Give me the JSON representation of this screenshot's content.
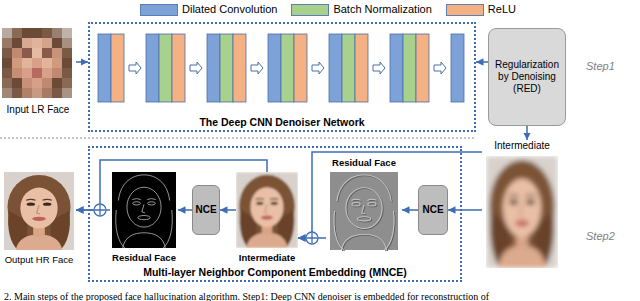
{
  "diagram": {
    "caption": "2. Main steps of the proposed face hallucination algorithm. Step1: Deep CNN denoiser is embedded for reconstruction of",
    "nodes": [
      {
        "text": [
          "Input LR Face"
        ]
      },
      {
        "text": [
          "The Deep CNN Denoiser Network"
        ]
      },
      {
        "text": [
          "Regularization by Denoising (RED)"
        ]
      },
      {
        "text": [
          "Intermediate"
        ]
      },
      {
        "text": [
          "Multi-layer Neighbor Component Embedding (MNCE)"
        ]
      },
      {
        "text": [
          "NCE"
        ],
        "in": 4
      },
      {
        "text": [
          "Residual Face"
        ],
        "in": 4
      },
      {
        "text": [
          "Intermediate"
        ],
        "in": 4
      },
      {
        "text": [
          "NCE"
        ],
        "in": 4
      },
      {
        "text": [
          "Residual Face"
        ],
        "in": 4
      },
      {
        "text": [
          "Output HR Face"
        ]
      }
    ],
    "edges": [
      {
        "from": 0,
        "to": 1,
        "arrow": "to"
      },
      {
        "from": 2,
        "to": 1,
        "arrow": "to"
      },
      {
        "from": 2,
        "to": 3,
        "arrow": "to"
      },
      {
        "from": 3,
        "to": 5,
        "arrow": "to"
      },
      {
        "from": 5,
        "to": 6,
        "arrow": "to"
      },
      {
        "from": 6,
        "to": 7,
        "arrow": "to"
      },
      {
        "from": 3,
        "to": 7,
        "arrow": "to"
      },
      {
        "from": 7,
        "to": 8,
        "arrow": "to"
      },
      {
        "from": 8,
        "to": 9,
        "arrow": "to"
      },
      {
        "from": 9,
        "to": 10,
        "arrow": "to"
      },
      {
        "from": 7,
        "to": 10,
        "arrow": "to"
      }
    ],
    "labels": [
      "Step1",
      "Step2"
    ],
    "legend": [
      {
        "text": "Dilated Convolution",
        "color": "#7da2d8"
      },
      {
        "text": "Batch Normalization",
        "color": "#a9d18e"
      },
      {
        "text": "ReLU",
        "color": "#f4b183"
      }
    ]
  }
}
